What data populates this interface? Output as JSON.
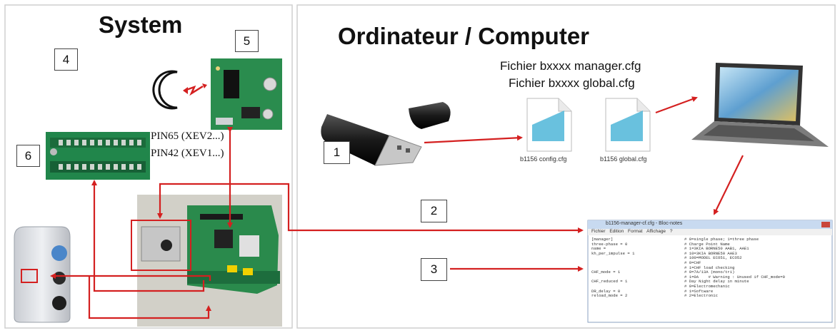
{
  "left_panel": {
    "title": "System",
    "labels": {
      "box4": "4",
      "box5": "5",
      "box6": "6"
    },
    "pins": [
      "PIN65 (XEV2...)",
      "PIN42 (XEV1...)"
    ]
  },
  "right_panel": {
    "title": "Ordinateur / Computer",
    "file_lines": [
      "Fichier bxxxx manager.cfg",
      "Fichier bxxxx global.cfg"
    ],
    "labels": {
      "box1": "1",
      "box2": "2",
      "box3": "3"
    },
    "file_icons": [
      {
        "caption": "b1156 config.cfg"
      },
      {
        "caption": "b1156 global.cfg"
      }
    ],
    "notepad": {
      "title": "b1156-manager-cf.cfg - Bloc-notes",
      "menu": [
        "Fichier",
        "Edition",
        "Format",
        "Affichage",
        "?"
      ],
      "lines_left": [
        "[manager]",
        "three-phase = 0",
        "name = ",
        "kh_per_impulse = 1",
        "",
        "",
        "",
        "CHF_mode = 1",
        "",
        "CHF_reduced = 1",
        "",
        "DR_delay = 0",
        "reload_mode = 2"
      ],
      "lines_right": [
        "# 0=single phase; 1=three phase",
        "# Charge Point Name",
        "# 1=3KIA BORNE50 AAB1, AAE1",
        "# 10=3KIA BORNE50 AAE3",
        "# 100=MODEL ECO51, ECO52",
        "# 0=CHF",
        "# 1=CHF load checking",
        "# 0=7A/13A (mono/tri)",
        "# 1=0A    # Warning : Unused if CHF_mode=0",
        "# Day Night delay in minute",
        "# 0=Electromechanic",
        "# 1=Software",
        "# 2=Electronic"
      ]
    }
  },
  "colors": {
    "arrow": "#d42020",
    "border": "#cfcfcf",
    "pcb": "#1f8a4a"
  },
  "icons": [
    "moon-icon",
    "wireless-signal-icon",
    "usb-drive-icon",
    "file-icon",
    "laptop-icon",
    "charging-station-icon",
    "pcb-board-icon",
    "notepad-window-icon"
  ]
}
